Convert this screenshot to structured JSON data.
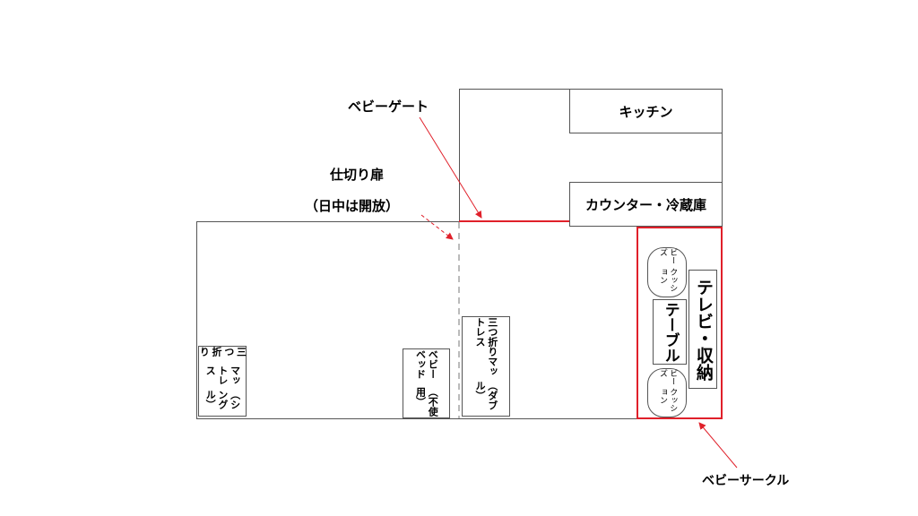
{
  "rooms": {
    "kitchen": "キッチン",
    "counter": "カウンター・冷蔵庫"
  },
  "annotations": {
    "baby_gate": "ベビーゲート",
    "partition_door": "仕切り扉",
    "partition_note": "（日中は開放）",
    "baby_circle": "ベビーサークル"
  },
  "furniture": {
    "single_mattress": [
      "三つ折り",
      "マットレス",
      "（シングル）"
    ],
    "baby_bed": [
      "ベビーベッド",
      "（不使用）"
    ],
    "double_mattress": [
      "三つ折りマットレス",
      "（ダブル）"
    ],
    "cushion_top": [
      "ビーズ",
      "クッション"
    ],
    "cushion_bottom": [
      "ビーズ",
      "クッション"
    ],
    "table": "テーブル",
    "tv": "テレビ・収納"
  },
  "colors": {
    "accent": "#e0202a",
    "line": "#555555"
  }
}
